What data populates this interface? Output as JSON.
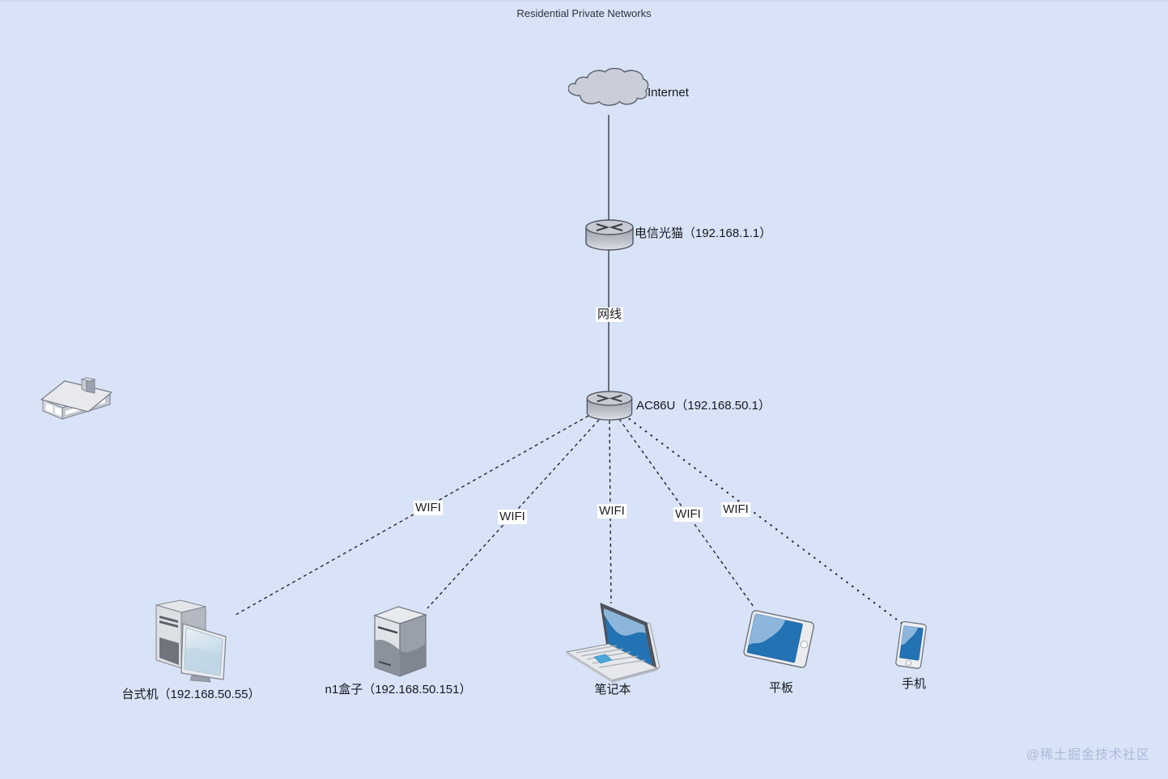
{
  "title": "Residential Private Networks",
  "watermark": "@稀土掘金技术社区",
  "nodes": {
    "internet": "Internet",
    "modem": "电信光猫（192.168.1.1）",
    "router": "AC86U（192.168.50.1）",
    "desktop": "台式机（192.168.50.55）",
    "n1box": "n1盒子（192.168.50.151）",
    "laptop": "笔记本",
    "tablet": "平板",
    "phone": "手机"
  },
  "links": {
    "wired": "网线",
    "wifi": [
      "WIFI",
      "WIFI",
      "WIFI",
      "WIFI",
      "WIFI"
    ]
  },
  "icons": {
    "cloud": "internet-cloud-icon",
    "modem": "router-cylinder-icon",
    "router": "router-cylinder-icon",
    "house": "house-icon",
    "desktop": "desktop-computer-icon",
    "n1box": "server-box-icon",
    "laptop": "laptop-icon",
    "tablet": "tablet-icon",
    "phone": "smartphone-icon"
  },
  "colors": {
    "background": "#d9e3f7",
    "wired_line": "#4a5059",
    "wifi_line": "#23272d",
    "label_background": "#ffffff",
    "device_screen": "#2272b4",
    "device_screen_light": "#8cb6dc",
    "icon_gray": "#c6cad2",
    "watermark": "#a9bad8"
  }
}
